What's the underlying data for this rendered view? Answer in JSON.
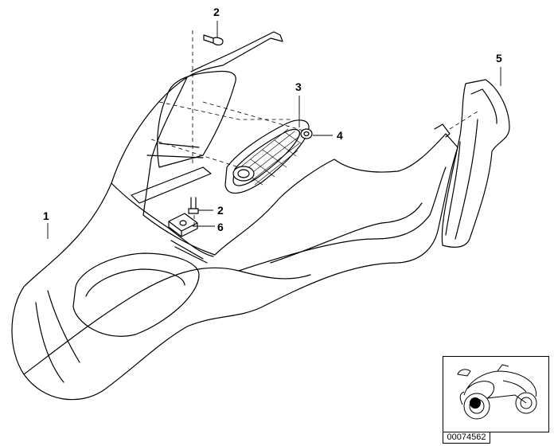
{
  "callouts": {
    "c1": "1",
    "c2_top": "2",
    "c2_mid": "2",
    "c3": "3",
    "c4": "4",
    "c5": "5",
    "c6": "6"
  },
  "part_number": "00074562",
  "colors": {
    "line": "#000000",
    "background": "#ffffff",
    "marker": "#000000"
  },
  "thumbnail": {
    "subject": "motorcycle-icon",
    "marker": "location-marker-dot"
  }
}
